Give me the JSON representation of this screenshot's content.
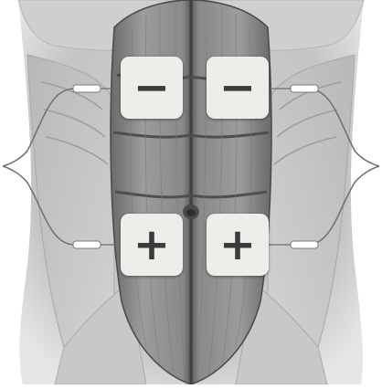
{
  "electrodes": {
    "top_left": {
      "sign": "−",
      "polarity": "negative"
    },
    "top_right": {
      "sign": "−",
      "polarity": "negative"
    },
    "bottom_left": {
      "sign": "+",
      "polarity": "positive"
    },
    "bottom_right": {
      "sign": "+",
      "polarity": "positive"
    }
  },
  "colors": {
    "pad_fill": "#efedea",
    "pad_symbol": "#3b3b3b",
    "wire": "#6e6e6e",
    "muscle_mid": "#9a9a9a",
    "muscle_dark": "#555555",
    "background": "#ffffff"
  }
}
